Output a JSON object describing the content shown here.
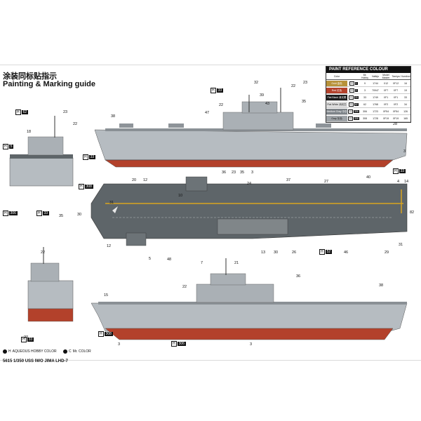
{
  "header": {
    "title_cn": "涂装同标贴指示",
    "title_en": "Painting & Marking guide"
  },
  "paint_table": {
    "heading": "PAINT  REFERENCE  COLOUR",
    "columns": [
      "Color",
      "Mr. Hobby",
      "Vallejo",
      "Model Master",
      "Tamiya",
      "Humbrol"
    ],
    "rows": [
      {
        "name": "Gold",
        "cn": "金色",
        "code": "1",
        "hobby": "9",
        "vallejo": "1744",
        "master": "X12",
        "tamiya": "XF12",
        "humbrol": "16",
        "color": "#b7923a"
      },
      {
        "name": "Red",
        "cn": "红色",
        "code": "2",
        "hobby": "3",
        "vallejo": "70947",
        "master": "XF7",
        "tamiya": "XF7",
        "humbrol": "19",
        "color": "#b3412b"
      },
      {
        "name": "Flat Black",
        "cn": "消光黑",
        "code": "33",
        "hobby": "33",
        "vallejo": "1749",
        "master": "XF1",
        "tamiya": "XF1",
        "humbrol": "33",
        "color": "#1c1c1c"
      },
      {
        "name": "Flat White",
        "cn": "消光白",
        "code": "62",
        "hobby": "62",
        "vallejo": "1768",
        "master": "XF2",
        "tamiya": "XF2",
        "humbrol": "34",
        "color": "#dedede"
      },
      {
        "name": "Medium Gray",
        "cn": "中灰",
        "code": "306",
        "hobby": "306",
        "vallejo": "1723",
        "master": "XF54",
        "tamiya": "XF54",
        "humbrol": "126",
        "color": "#7d8388"
      },
      {
        "name": "Gray",
        "cn": "灰色",
        "code": "308",
        "hobby": "308",
        "vallejo": "1728",
        "master": "XF19",
        "tamiya": "XF19",
        "humbrol": "165",
        "color": "#9ea3a7"
      }
    ]
  },
  "colors": {
    "hull_gray": "#b6bcc1",
    "deck_gray": "#5e6569",
    "red_bottom": "#b3412b",
    "yellow_line": "#d9a520",
    "dark": "#1c1c1c"
  },
  "callouts": [
    {
      "label": "H",
      "code": "33"
    },
    {
      "label": "H",
      "code": "33"
    },
    {
      "label": "H",
      "code": "33"
    },
    {
      "label": "H",
      "code": "62"
    },
    {
      "label": "H",
      "code": "5"
    },
    {
      "label": "H",
      "code": "306"
    },
    {
      "label": "H",
      "code": "308"
    },
    {
      "label": "H",
      "code": "33"
    },
    {
      "label": "H",
      "code": "52"
    },
    {
      "label": "H",
      "code": "308"
    },
    {
      "label": "H",
      "code": "306"
    },
    {
      "label": "H",
      "code": "33"
    }
  ],
  "numbers": {
    "n1": "32",
    "n2": "22",
    "n3": "23",
    "n4": "39",
    "n5": "43",
    "n6": "35",
    "n7": "47",
    "n8": "22",
    "n9": "38",
    "n10": "28",
    "n11": "36",
    "n12": "23",
    "n13": "35",
    "n14": "3",
    "n15": "3",
    "n16": "20",
    "n17": "12",
    "n18": "24",
    "n19": "37",
    "n20": "27",
    "n21": "40",
    "n22": "4",
    "n23": "14",
    "n24": "31",
    "n25": "30",
    "n26": "82",
    "n27": "12",
    "n28": "5",
    "n29": "13",
    "n30": "30",
    "n31": "26",
    "n32": "46",
    "n33": "29",
    "n34": "31",
    "n35": "48",
    "n36": "22",
    "n37": "21",
    "n38": "36",
    "n39": "38",
    "n40": "3",
    "n41": "3",
    "n42": "23",
    "n43": "18",
    "n44": "22",
    "n45": "35",
    "n46": "22",
    "n47": "23",
    "n48": "15",
    "n49": "10",
    "n50": "7"
  },
  "legend": {
    "aqueous": "AQUEOUS HOBBY COLOR",
    "mr_color": "Mr. COLOR",
    "aqueous_letter": "H",
    "mr_letter": "C"
  },
  "footer": {
    "model": "5615   1/350   USS IWO JIMA LHD-7"
  }
}
